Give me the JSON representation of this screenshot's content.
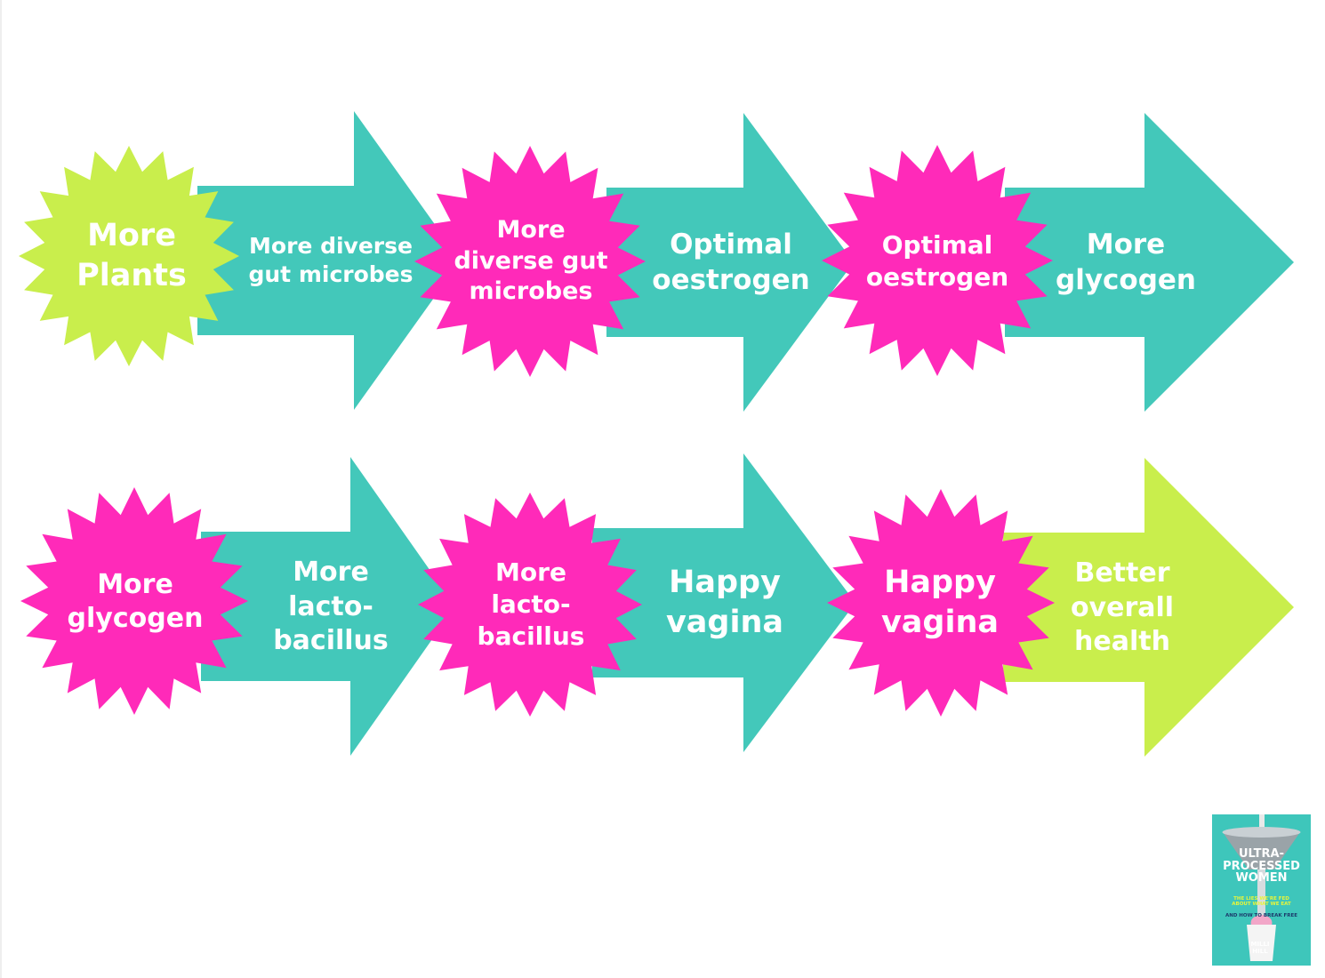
{
  "colors": {
    "teal": "#43c8ba",
    "pink": "#ff2ab9",
    "lime": "#c9ee4c",
    "text": "#ffffff"
  },
  "rows": [
    {
      "arrows": [
        {
          "label": "More diverse\ngut microbes",
          "color": "teal"
        },
        {
          "label": "Optimal\noestrogen",
          "color": "teal"
        },
        {
          "label": "More\nglycogen",
          "color": "teal"
        }
      ],
      "starbursts": [
        {
          "label": "More\nPlants",
          "color": "lime"
        },
        {
          "label": "More\ndiverse gut\nmicrobes",
          "color": "pink"
        },
        {
          "label": "Optimal\noestrogen",
          "color": "pink"
        }
      ]
    },
    {
      "arrows": [
        {
          "label": "More\nlacto-\nbacillus",
          "color": "teal"
        },
        {
          "label": "Happy\nvagina",
          "color": "teal"
        },
        {
          "label": "Better\noverall\nhealth",
          "color": "lime"
        }
      ],
      "starbursts": [
        {
          "label": "More\nglycogen",
          "color": "pink"
        },
        {
          "label": "More\nlacto-\nbacillus",
          "color": "pink"
        },
        {
          "label": "Happy\nvagina",
          "color": "pink"
        }
      ]
    }
  ],
  "book_cover": {
    "icon": "funnel-and-cup-icon",
    "title": "ULTRA-\nPROCESSED\nWOMEN",
    "subtitle_line1": "THE LIES WE'RE FED\nABOUT WHAT WE EAT",
    "subtitle_line2": "AND HOW TO BREAK FREE",
    "author": "MILLI\nHILL",
    "subtitle_color": "#e8f53a",
    "subtitle2_color": "#1b3a6b"
  }
}
